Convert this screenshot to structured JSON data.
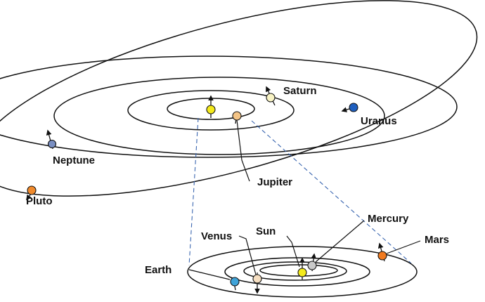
{
  "labels": {
    "saturn": "Saturn",
    "uranus": "Uranus",
    "neptune": "Neptune",
    "jupiter": "Jupiter",
    "pluto": "Pluto",
    "mercury": "Mercury",
    "venus": "Venus",
    "sun": "Sun",
    "mars": "Mars",
    "earth": "Earth"
  },
  "colors": {
    "sun": "#f4ea1c",
    "jupiter": "#f4c486",
    "saturn": "#f8f3c4",
    "uranus": "#1f5fbf",
    "neptune": "#7a8fc2",
    "pluto": "#f08a2c",
    "mercury": "#c9c9c9",
    "venus": "#f6dfc2",
    "earth": "#3fa3d8",
    "mars": "#f07a20",
    "guide": "#3a66b0"
  },
  "icons": {
    "planet": "filled-circle",
    "rotation-axis": "arrow-line"
  }
}
